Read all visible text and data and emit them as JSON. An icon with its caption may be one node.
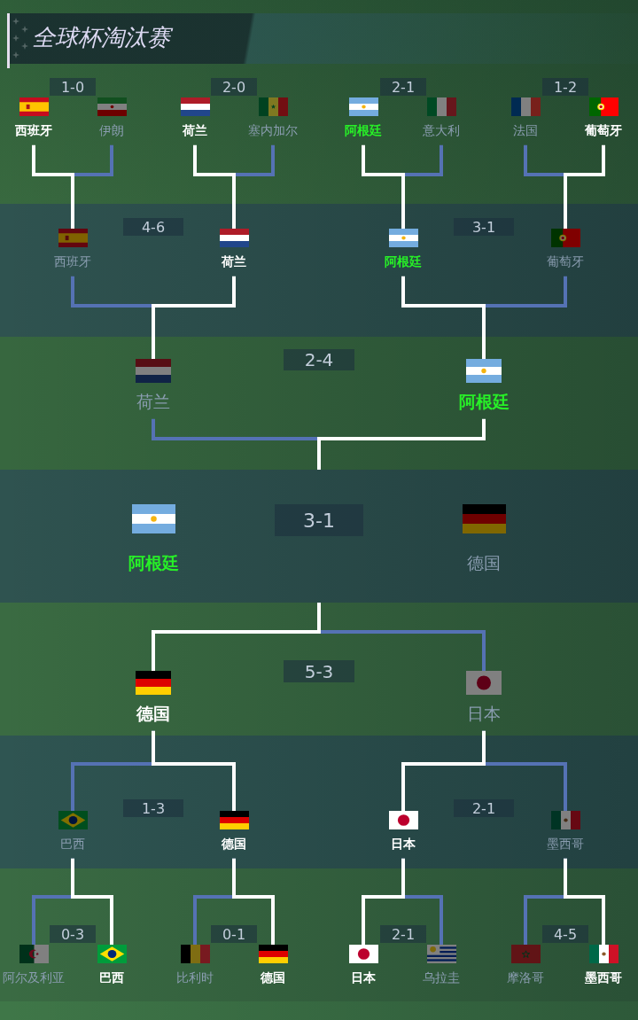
{
  "diagram": {
    "title": "全球杯淘汰赛",
    "nodes": [
      {
        "text": [
          "西班牙"
        ]
      },
      {
        "text": [
          "1-0"
        ]
      },
      {
        "text": [
          "伊朗"
        ]
      },
      {
        "text": [
          "荷兰"
        ]
      },
      {
        "text": [
          "2-0"
        ]
      },
      {
        "text": [
          "塞内加尔"
        ]
      },
      {
        "text": [
          "阿根廷"
        ]
      },
      {
        "text": [
          "2-1"
        ]
      },
      {
        "text": [
          "意大利"
        ]
      },
      {
        "text": [
          "法国"
        ]
      },
      {
        "text": [
          "1-2"
        ]
      },
      {
        "text": [
          "葡萄牙"
        ]
      },
      {
        "text": [
          "西班牙"
        ]
      },
      {
        "text": [
          "4-6"
        ]
      },
      {
        "text": [
          "荷兰"
        ]
      },
      {
        "text": [
          "阿根廷"
        ]
      },
      {
        "text": [
          "3-1"
        ]
      },
      {
        "text": [
          "葡萄牙"
        ]
      },
      {
        "text": [
          "荷兰"
        ]
      },
      {
        "text": [
          "2-4"
        ]
      },
      {
        "text": [
          "阿根廷"
        ]
      },
      {
        "text": [],
        "shape": "box"
      },
      {
        "text": [
          "阿根廷"
        ],
        "in": 21
      },
      {
        "text": [
          "3-1"
        ],
        "in": 21
      },
      {
        "text": [
          "德国"
        ],
        "in": 21
      },
      {
        "text": [
          "德国"
        ]
      },
      {
        "text": [
          "5-3"
        ]
      },
      {
        "text": [
          "日本"
        ]
      },
      {
        "text": [
          "巴西"
        ]
      },
      {
        "text": [
          "1-3"
        ]
      },
      {
        "text": [
          "德国"
        ]
      },
      {
        "text": [
          "日本"
        ]
      },
      {
        "text": [
          "2-1"
        ]
      },
      {
        "text": [
          "墨西哥"
        ]
      },
      {
        "text": [
          "阿尔及利亚"
        ]
      },
      {
        "text": [
          "0-3"
        ]
      },
      {
        "text": [
          "巴西"
        ]
      },
      {
        "text": [
          "比利时"
        ]
      },
      {
        "text": [
          "0-1"
        ]
      },
      {
        "text": [
          "德国"
        ]
      },
      {
        "text": [
          "日本"
        ]
      },
      {
        "text": [
          "2-1"
        ]
      },
      {
        "text": [
          "乌拉圭"
        ]
      },
      {
        "text": [
          "摩洛哥"
        ]
      },
      {
        "text": [
          "4-5"
        ]
      },
      {
        "text": [
          "墨西哥"
        ]
      }
    ],
    "edges": [
      {
        "from": 0,
        "to": 12,
        "arrow": "none"
      },
      {
        "from": 2,
        "to": 12,
        "arrow": "none",
        "color": "#5572b4"
      },
      {
        "from": 3,
        "to": 14,
        "arrow": "none"
      },
      {
        "from": 5,
        "to": 14,
        "arrow": "none",
        "color": "#5572b4"
      },
      {
        "from": 6,
        "to": 15,
        "arrow": "none"
      },
      {
        "from": 8,
        "to": 15,
        "arrow": "none",
        "color": "#5572b4"
      },
      {
        "from": 9,
        "to": 17,
        "arrow": "none",
        "color": "#5572b4"
      },
      {
        "from": 11,
        "to": 17,
        "arrow": "none"
      },
      {
        "from": 12,
        "to": 18,
        "arrow": "none",
        "color": "#5572b4"
      },
      {
        "from": 14,
        "to": 18,
        "arrow": "none"
      },
      {
        "from": 15,
        "to": 20,
        "arrow": "none"
      },
      {
        "from": 17,
        "to": 20,
        "arrow": "none",
        "color": "#5572b4"
      },
      {
        "from": 18,
        "to": 21,
        "arrow": "none",
        "color": "#5572b4"
      },
      {
        "from": 20,
        "to": 21,
        "arrow": "none"
      },
      {
        "from": 25,
        "to": 21,
        "arrow": "none"
      },
      {
        "from": 27,
        "to": 21,
        "arrow": "none",
        "color": "#5572b4"
      },
      {
        "from": 28,
        "to": 25,
        "arrow": "none",
        "color": "#5572b4"
      },
      {
        "from": 30,
        "to": 25,
        "arrow": "none"
      },
      {
        "from": 31,
        "to": 27,
        "arrow": "none"
      },
      {
        "from": 33,
        "to": 27,
        "arrow": "none",
        "color": "#5572b4"
      },
      {
        "from": 34,
        "to": 28,
        "arrow": "none",
        "color": "#5572b4"
      },
      {
        "from": 36,
        "to": 28,
        "arrow": "none"
      },
      {
        "from": 37,
        "to": 30,
        "arrow": "none",
        "color": "#5572b4"
      },
      {
        "from": 39,
        "to": 30,
        "arrow": "none"
      },
      {
        "from": 40,
        "to": 31,
        "arrow": "none"
      },
      {
        "from": 42,
        "to": 31,
        "arrow": "none",
        "color": "#5572b4"
      },
      {
        "from": 43,
        "to": 33,
        "arrow": "none",
        "color": "#5572b4"
      },
      {
        "from": 45,
        "to": 33,
        "arrow": "none"
      }
    ]
  }
}
